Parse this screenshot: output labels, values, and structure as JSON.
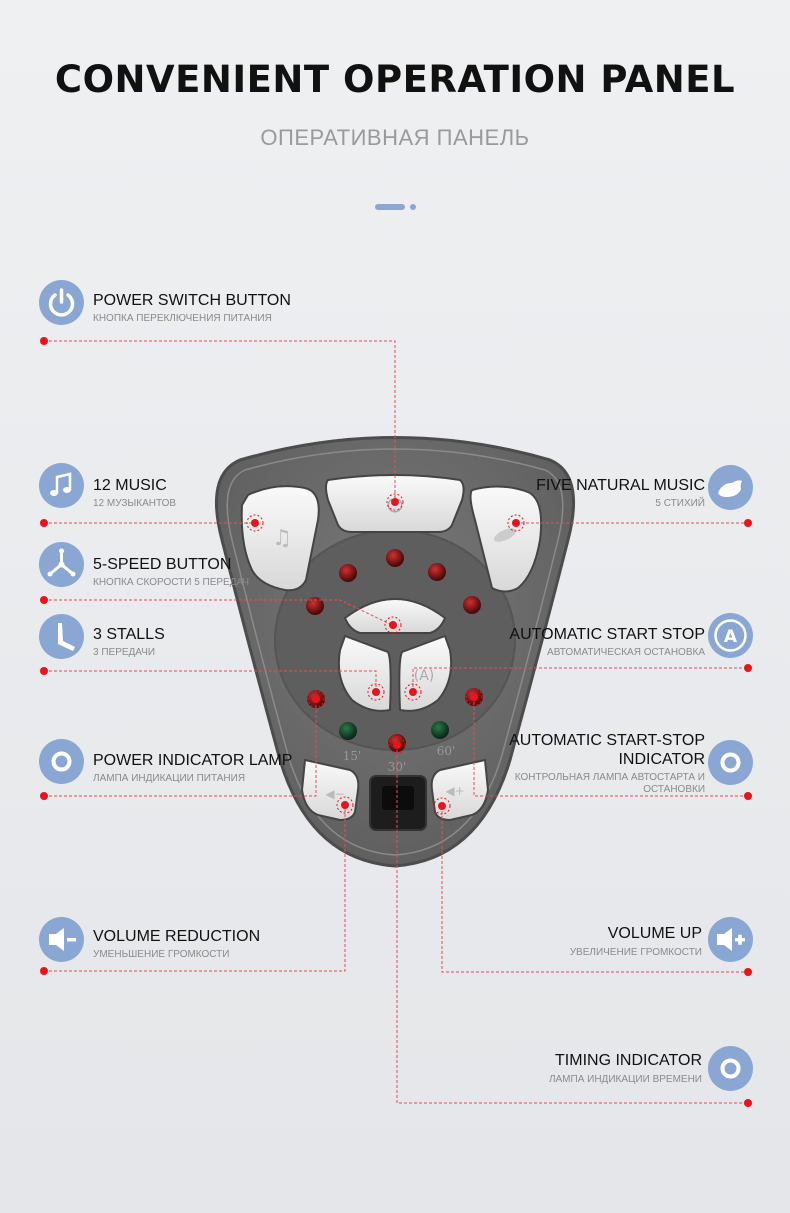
{
  "header": {
    "title": "CONVENIENT OPERATION PANEL",
    "subtitle": "ОПЕРАТИВНАЯ ПАНЕЛЬ"
  },
  "labels": {
    "power_switch": {
      "title": "POWER SWITCH BUTTON",
      "subtitle": "КНОПКА ПЕРЕКЛЮЧЕНИЯ ПИТАНИЯ",
      "icon": "power-icon"
    },
    "music12": {
      "title": "12 MUSIC",
      "subtitle": "12 МУЗЫКАНТОВ",
      "icon": "music-note-icon"
    },
    "speed5": {
      "title": "5-SPEED BUTTON",
      "subtitle": "КНОПКА СКОРОСТИ 5 ПЕРЕДАЧ",
      "icon": "fan-icon"
    },
    "stalls3": {
      "title": "3 STALLS",
      "subtitle": "3 ПЕРЕДАЧИ",
      "icon": "clock-hand-icon"
    },
    "power_lamp": {
      "title": "POWER INDICATOR LAMP",
      "subtitle": "ЛАМПА ИНДИКАЦИИ ПИТАНИЯ",
      "icon": "ring-icon"
    },
    "volume_down": {
      "title": "VOLUME REDUCTION",
      "subtitle": "УМЕНЬШЕНИЕ ГРОМКОСТИ",
      "icon": "volume-down-icon"
    },
    "five_natural": {
      "title": "FIVE NATURAL MUSIC",
      "subtitle": "5 СТИХИЙ",
      "icon": "bird-icon"
    },
    "auto_start": {
      "title": "AUTOMATIC START STOP",
      "subtitle": "АВТОМАТИЧЕСКАЯ ОСТАНОВКА",
      "icon": "auto-a-icon"
    },
    "auto_indicator": {
      "title_line1": "AUTOMATIC START-STOP",
      "title_line2": "INDICATOR",
      "subtitle_line1": "КОНТРОЛЬНАЯ ЛАМПА АВТОСТАРТА И",
      "subtitle_line2": "ОСТАНОВКИ",
      "icon": "ring-icon"
    },
    "volume_up": {
      "title": "VOLUME UP",
      "subtitle": "УВЕЛИЧЕНИЕ ГРОМКОСТИ",
      "icon": "volume-up-icon"
    },
    "timing": {
      "title": "TIMING INDICATOR",
      "subtitle": "ЛАМПА ИНДИКАЦИИ ВРЕМЕНИ",
      "icon": "ring-icon"
    }
  },
  "device": {
    "timer_labels": [
      "15'",
      "30'",
      "60'"
    ]
  },
  "colors": {
    "accent": "#8aa6d3",
    "leader_line": "#e05050",
    "marker": "#e8141c",
    "device_body": "#6f6f6f"
  }
}
